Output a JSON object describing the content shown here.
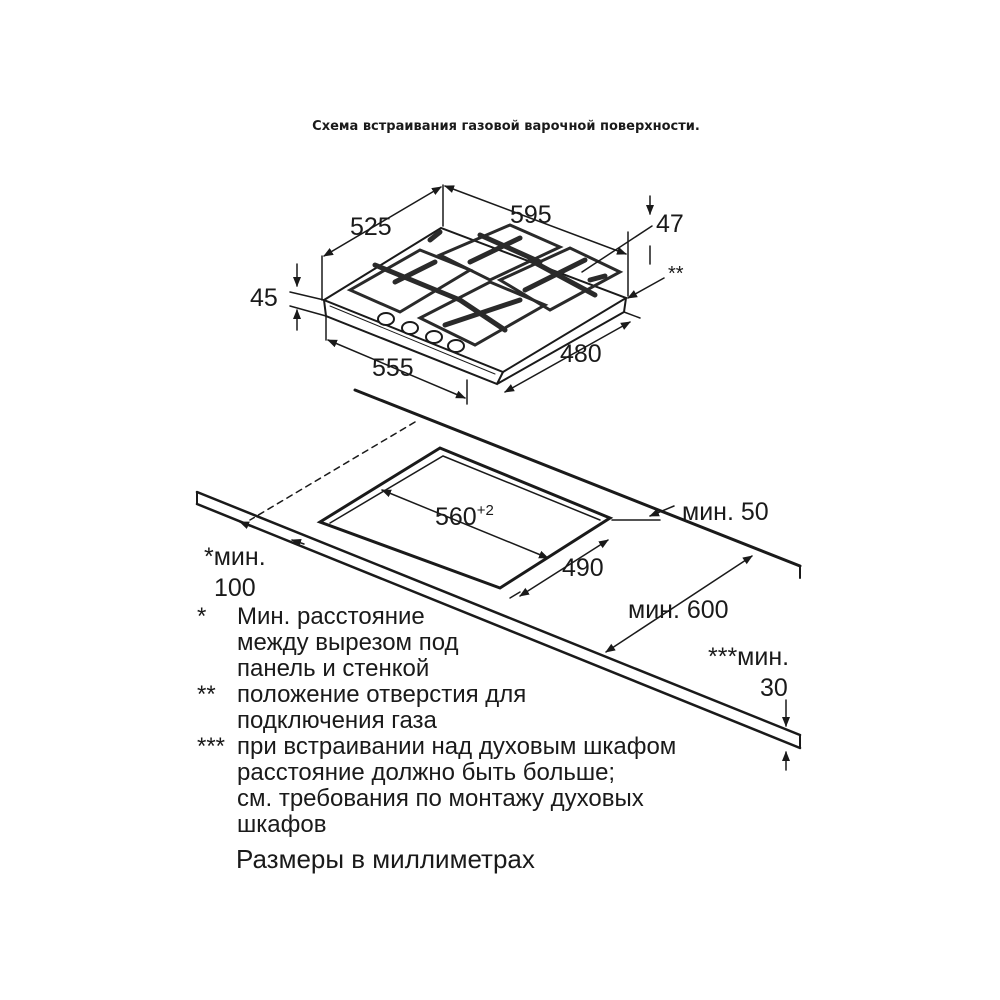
{
  "title": "Схема встраивания газовой варочной поверхности.",
  "hob_dims": {
    "depth_top": "525",
    "width_top": "595",
    "frame_offset": "47",
    "gas_marker": "**",
    "height": "45",
    "width_bottom": "555",
    "depth_bottom": "480"
  },
  "cutout_dims": {
    "width": "560",
    "width_tolerance": "+2",
    "depth": "490",
    "rear_min": "мин. 50",
    "counter_depth": "мин. 600",
    "wall_clearance_line1": "*мин.",
    "wall_clearance_line2": "100",
    "oven_clearance_line1": "***мин.",
    "oven_clearance_line2": "30"
  },
  "legend": [
    {
      "mark": "*",
      "lines": [
        "Мин. расстояние",
        "между вырезом под",
        "панель и стенкой"
      ]
    },
    {
      "mark": "**",
      "lines": [
        "положение отверстия для",
        "подключения газа"
      ]
    },
    {
      "mark": "***",
      "lines": [
        "при встраивании над духовым шкафом",
        "расстояние должно быть больше;",
        "см. требования по монтажу духовых",
        "шкафов"
      ]
    }
  ],
  "units_note": "Размеры в миллиметрах"
}
